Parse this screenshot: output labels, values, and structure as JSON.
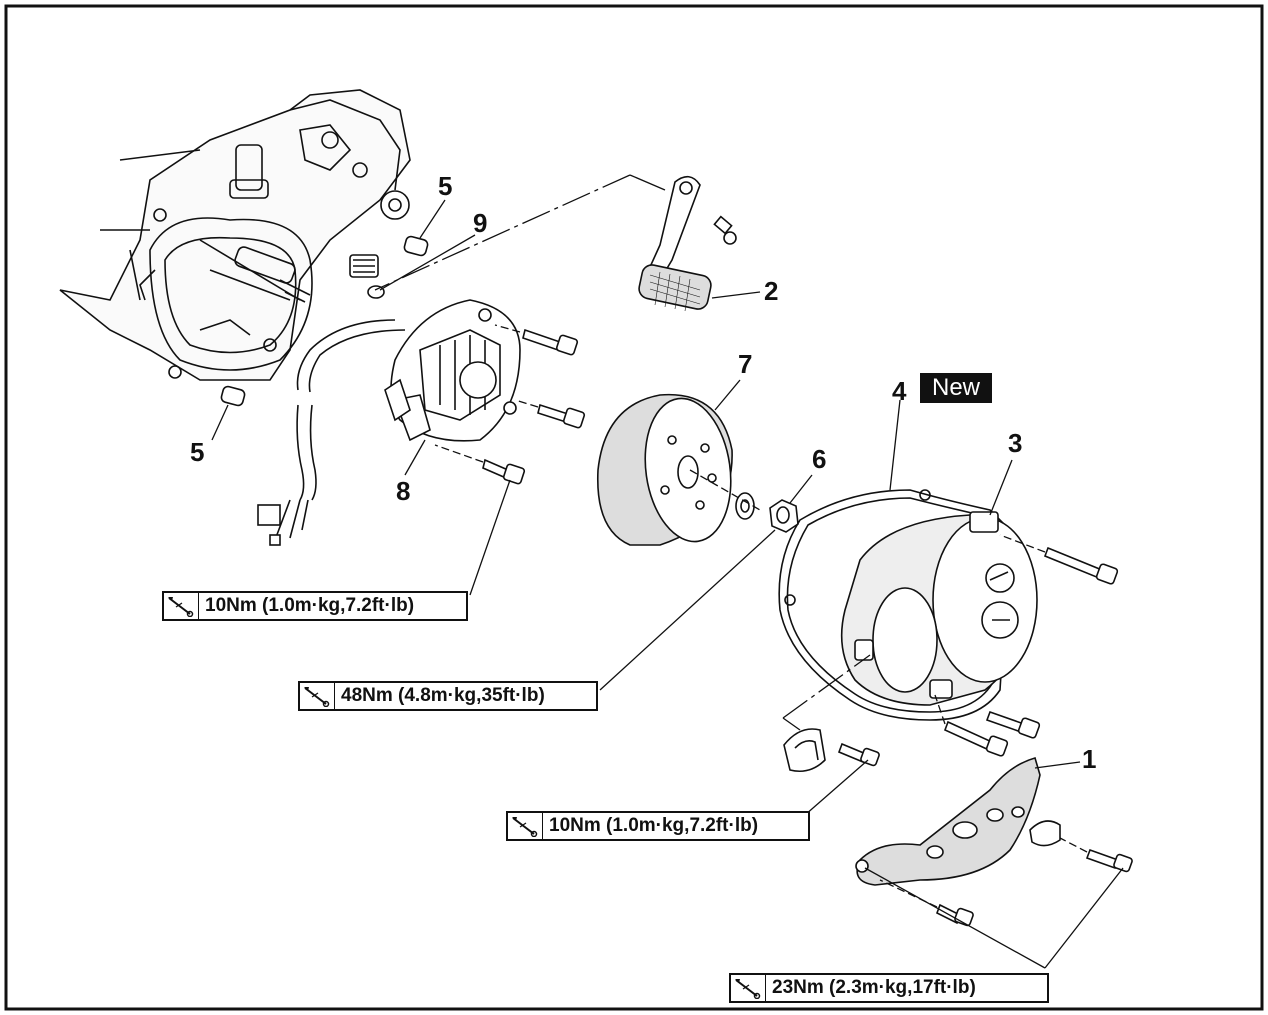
{
  "labels": {
    "part_1": "1",
    "part_2": "2",
    "part_3": "3",
    "part_4": "4",
    "part_5_upper": "5",
    "part_5_lower": "5",
    "part_6": "6",
    "part_7": "7",
    "part_8": "8",
    "part_9": "9"
  },
  "new_badge": "New",
  "torque": {
    "stator_bolts": "10Nm (1.0m·kg,7.2ft·lb)",
    "rotor_nut": "48Nm (4.8m·kg,35ft·lb)",
    "clamp_bolt": "10Nm (1.0m·kg,7.2ft·lb)",
    "cover_bolts": "23Nm (2.3m·kg,17ft·lb)"
  },
  "icons": {
    "torque": "torque-wrench-icon"
  }
}
